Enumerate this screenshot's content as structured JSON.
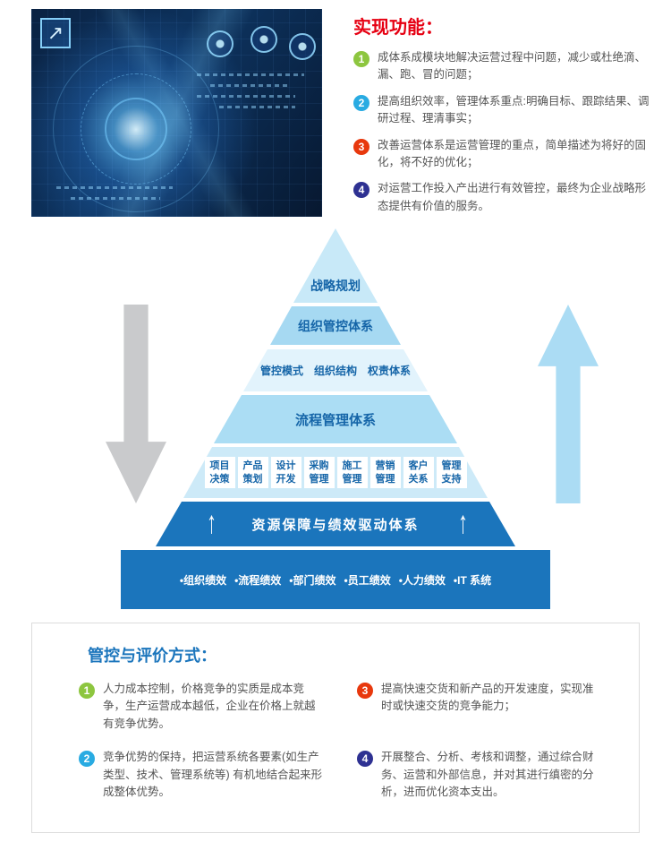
{
  "colors": {
    "accent_red": "#e60012",
    "accent_blue": "#1b75bc"
  },
  "hero": {
    "arrow_glyph": "↗"
  },
  "features": {
    "title": "实现功能：",
    "items": [
      {
        "num": "1",
        "color": "#8dc63f",
        "text": "成体系成模块地解决运营过程中问题，减少或杜绝滴、漏、跑、冒的问题；"
      },
      {
        "num": "2",
        "color": "#29abe2",
        "text": "提高组织效率，管理体系重点:明确目标、跟踪结果、调研过程、理清事实；"
      },
      {
        "num": "3",
        "color": "#e8380d",
        "text": "改善运营体系是运营管理的重点，简单描述为将好的固化，将不好的优化；"
      },
      {
        "num": "4",
        "color": "#2e3192",
        "text": "对运营工作投入产出进行有效管控，最终为企业战略形态提供有价值的服务。"
      }
    ]
  },
  "pyramid": {
    "level1": "战略规划",
    "level2": "组织管控体系",
    "level3": "管控模式　组织结构　权责体系",
    "level4": "流程管理体系",
    "boxes": [
      {
        "line1": "项目",
        "line2": "决策"
      },
      {
        "line1": "产品",
        "line2": "策划"
      },
      {
        "line1": "设计",
        "line2": "开发"
      },
      {
        "line1": "采购",
        "line2": "管理"
      },
      {
        "line1": "施工",
        "line2": "管理"
      },
      {
        "line1": "营销",
        "line2": "管理"
      },
      {
        "line1": "客户",
        "line2": "关系"
      },
      {
        "line1": "管理",
        "line2": "支持"
      }
    ],
    "level6": "资源保障与绩效驱动体系",
    "up_arrow": "↑",
    "kpis": [
      "•组织绩效",
      "•流程绩效",
      "•部门绩效",
      "•员工绩效",
      "•人力绩效",
      "•IT 系统"
    ]
  },
  "evaluation": {
    "title": "管控与评价方式：",
    "items": [
      {
        "num": "1",
        "color": "#8dc63f",
        "text": "人力成本控制，价格竞争的实质是成本竞争，生产运营成本越低，企业在价格上就越有竞争优势。"
      },
      {
        "num": "2",
        "color": "#29abe2",
        "text": "竞争优势的保持，把运营系统各要素(如生产类型、技术、管理系统等) 有机地结合起来形成整体优势。"
      },
      {
        "num": "3",
        "color": "#e8380d",
        "text": "提高快速交货和新产品的开发速度，实现准时或快速交货的竞争能力；"
      },
      {
        "num": "4",
        "color": "#2e3192",
        "text": "开展整合、分析、考核和调整，通过综合财务、运营和外部信息，并对其进行缜密的分析，进而优化资本支出。"
      }
    ]
  }
}
